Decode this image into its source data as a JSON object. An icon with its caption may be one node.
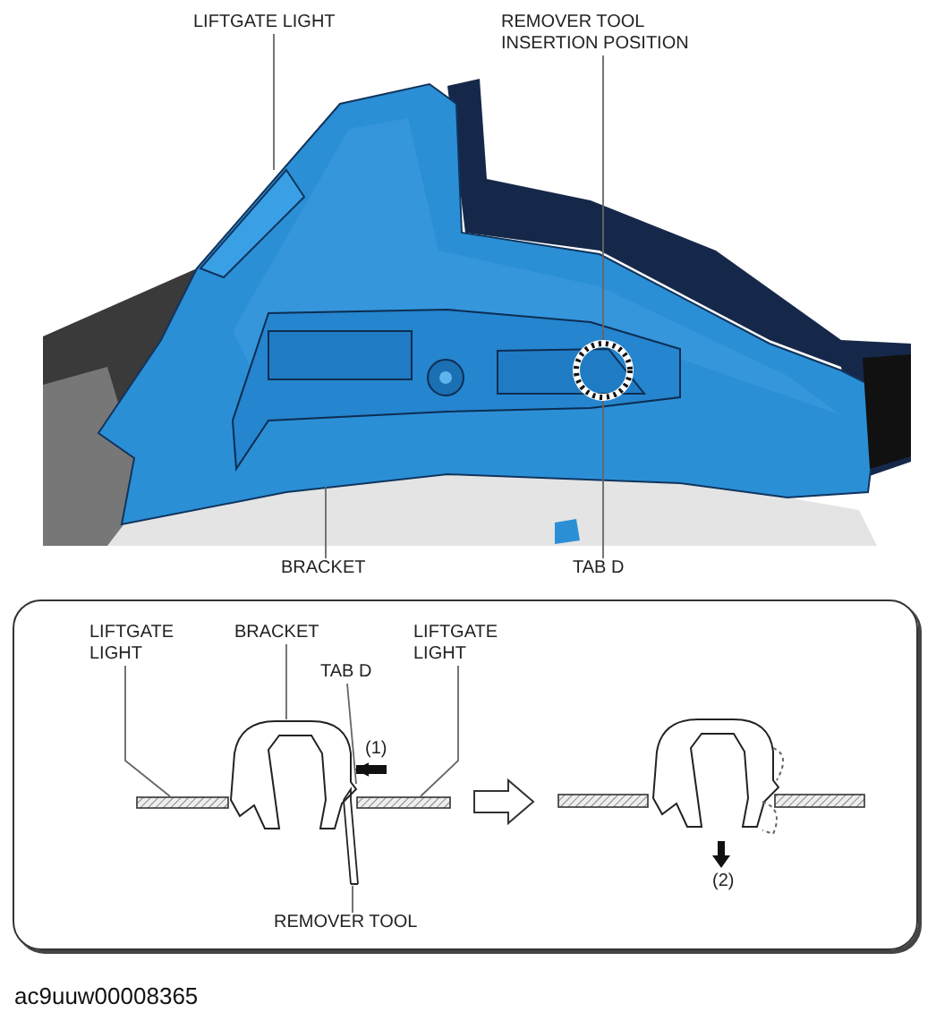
{
  "diagram": {
    "caption": "ac9uuw00008365",
    "nodes": [
      {
        "text": [
          "LIFTGATE LIGHT"
        ]
      },
      {
        "text": [
          "REMOVER TOOL INSERTION POSITION"
        ]
      },
      {
        "text": [],
        "shape": "circle"
      },
      {
        "text": [
          "BRACKET"
        ]
      },
      {
        "text": [
          "TAB D"
        ]
      },
      {
        "text": [],
        "shape": "box"
      },
      {
        "text": [
          "LIFTGATE LIGHT"
        ],
        "in": 5
      },
      {
        "text": [
          "BRACKET"
        ],
        "in": 5
      },
      {
        "text": [
          "TAB D"
        ],
        "in": 5
      },
      {
        "text": [
          "LIFTGATE LIGHT"
        ],
        "in": 5
      },
      {
        "text": [
          "REMOVER TOOL"
        ],
        "in": 5
      },
      {
        "text": [],
        "shape": "bar",
        "in": 5
      },
      {
        "text": [],
        "shape": "picture",
        "in": 5
      },
      {
        "text": [],
        "shape": "bar",
        "in": 5
      },
      {
        "text": [],
        "shape": "picture",
        "in": 5
      }
    ],
    "edges": [
      {
        "from": 0,
        "to": null,
        "arrow": "none"
      },
      {
        "from": 1,
        "to": 2,
        "arrow": "none"
      },
      {
        "from": 3,
        "to": null,
        "arrow": "none"
      },
      {
        "from": 4,
        "to": 2,
        "arrow": "none"
      },
      {
        "from": 6,
        "to": 11,
        "arrow": "none"
      },
      {
        "from": 7,
        "to": 12,
        "arrow": "none"
      },
      {
        "from": 8,
        "to": 12,
        "arrow": "none"
      },
      {
        "from": 9,
        "to": 13,
        "arrow": "none"
      },
      {
        "from": 10,
        "to": 14,
        "arrow": "none"
      },
      {
        "from": null,
        "to": 12,
        "arrow": "to",
        "style": "thick",
        "color": "#111111",
        "label": "(1)"
      }
    ],
    "labels": [
      "(2)"
    ]
  }
}
